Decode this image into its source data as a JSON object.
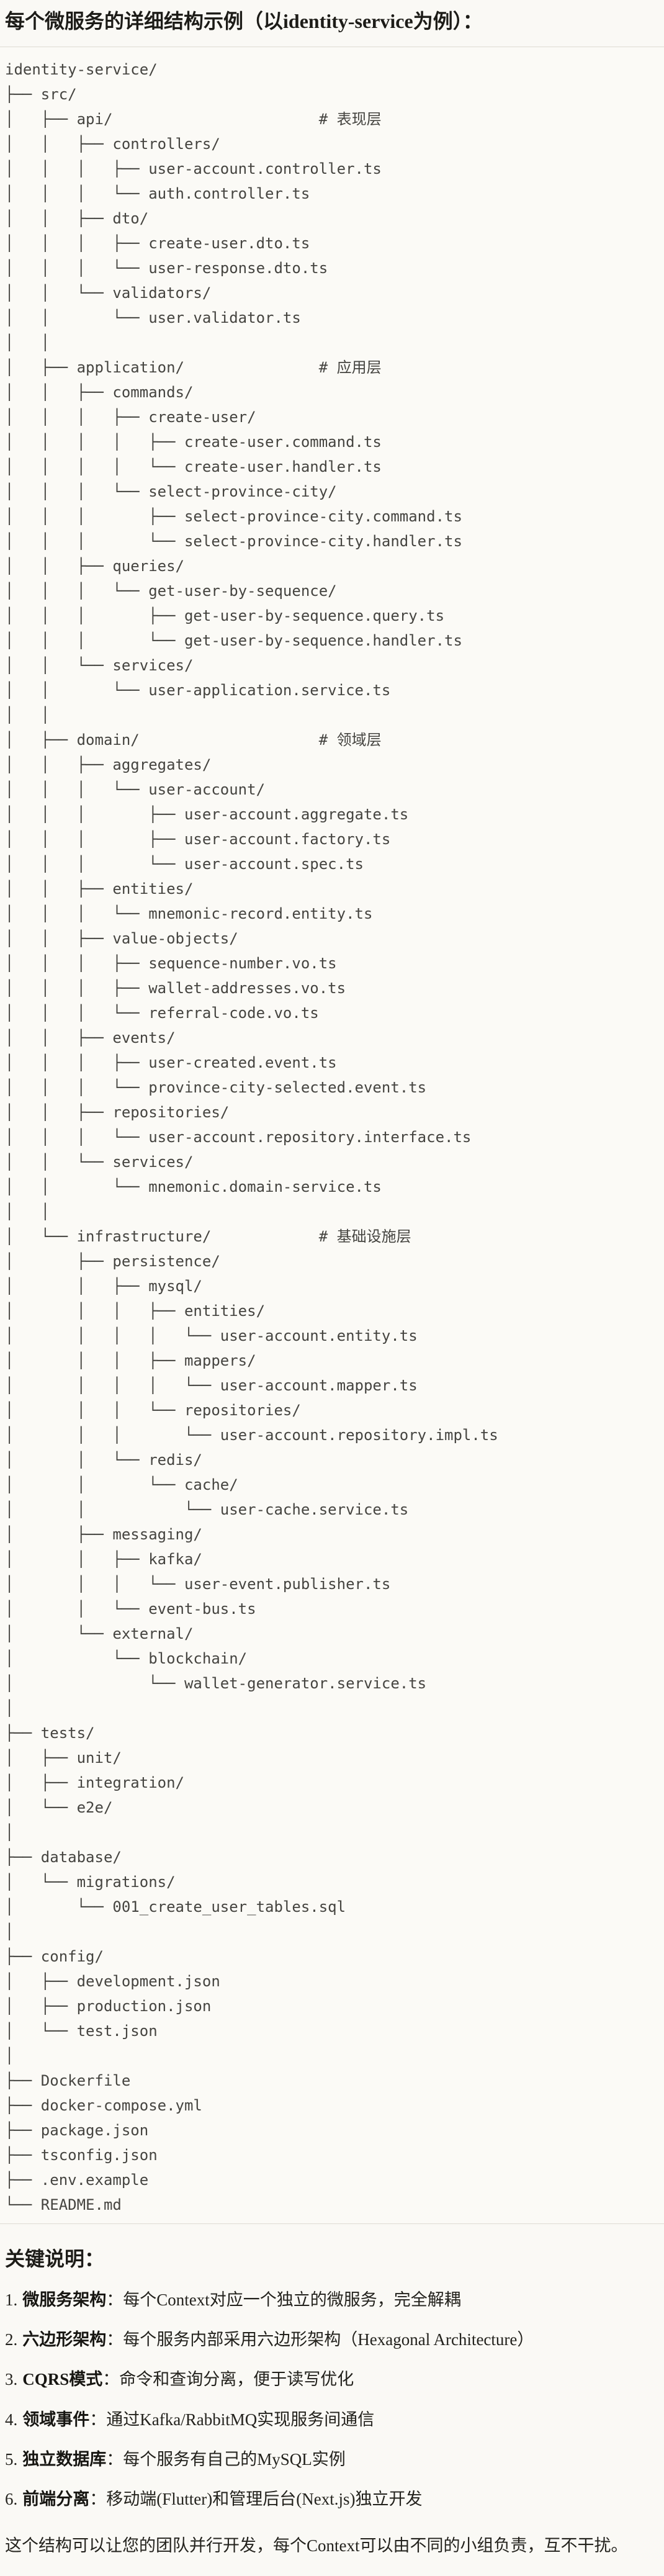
{
  "colors": {
    "page_background": "#FAF9F5",
    "code_block_background": "#FBFAF6",
    "code_block_border": "#DEDCD3",
    "tree_text": "#454440",
    "heading_text": "#1D1C18"
  },
  "page": {
    "title": "每个微服务的详细结构示例（以identity-service为例）："
  },
  "code_block": {
    "tree_lines": [
      "identity-service/",
      "├── src/",
      "│   ├── api/                       # 表现层",
      "│   │   ├── controllers/",
      "│   │   │   ├── user-account.controller.ts",
      "│   │   │   └── auth.controller.ts",
      "│   │   ├── dto/",
      "│   │   │   ├── create-user.dto.ts",
      "│   │   │   └── user-response.dto.ts",
      "│   │   └── validators/",
      "│   │       └── user.validator.ts",
      "│   │",
      "│   ├── application/               # 应用层",
      "│   │   ├── commands/",
      "│   │   │   ├── create-user/",
      "│   │   │   │   ├── create-user.command.ts",
      "│   │   │   │   └── create-user.handler.ts",
      "│   │   │   └── select-province-city/",
      "│   │   │       ├── select-province-city.command.ts",
      "│   │   │       └── select-province-city.handler.ts",
      "│   │   ├── queries/",
      "│   │   │   └── get-user-by-sequence/",
      "│   │   │       ├── get-user-by-sequence.query.ts",
      "│   │   │       └── get-user-by-sequence.handler.ts",
      "│   │   └── services/",
      "│   │       └── user-application.service.ts",
      "│   │",
      "│   ├── domain/                    # 领域层",
      "│   │   ├── aggregates/",
      "│   │   │   └── user-account/",
      "│   │   │       ├── user-account.aggregate.ts",
      "│   │   │       ├── user-account.factory.ts",
      "│   │   │       └── user-account.spec.ts",
      "│   │   ├── entities/",
      "│   │   │   └── mnemonic-record.entity.ts",
      "│   │   ├── value-objects/",
      "│   │   │   ├── sequence-number.vo.ts",
      "│   │   │   ├── wallet-addresses.vo.ts",
      "│   │   │   └── referral-code.vo.ts",
      "│   │   ├── events/",
      "│   │   │   ├── user-created.event.ts",
      "│   │   │   └── province-city-selected.event.ts",
      "│   │   ├── repositories/",
      "│   │   │   └── user-account.repository.interface.ts",
      "│   │   └── services/",
      "│   │       └── mnemonic.domain-service.ts",
      "│   │",
      "│   └── infrastructure/            # 基础设施层",
      "│       ├── persistence/",
      "│       │   ├── mysql/",
      "│       │   │   ├── entities/",
      "│       │   │   │   └── user-account.entity.ts",
      "│       │   │   ├── mappers/",
      "│       │   │   │   └── user-account.mapper.ts",
      "│       │   │   └── repositories/",
      "│       │   │       └── user-account.repository.impl.ts",
      "│       │   └── redis/",
      "│       │       └── cache/",
      "│       │           └── user-cache.service.ts",
      "│       ├── messaging/",
      "│       │   ├── kafka/",
      "│       │   │   └── user-event.publisher.ts",
      "│       │   └── event-bus.ts",
      "│       └── external/",
      "│           └── blockchain/",
      "│               └── wallet-generator.service.ts",
      "│",
      "├── tests/",
      "│   ├── unit/",
      "│   ├── integration/",
      "│   └── e2e/",
      "│",
      "├── database/",
      "│   └── migrations/",
      "│       └── 001_create_user_tables.sql",
      "│",
      "├── config/",
      "│   ├── development.json",
      "│   ├── production.json",
      "│   └── test.json",
      "│",
      "├── Dockerfile",
      "├── docker-compose.yml",
      "├── package.json",
      "├── tsconfig.json",
      "├── .env.example",
      "└── README.md"
    ]
  },
  "notes": {
    "heading": "关键说明：",
    "items": [
      {
        "num": "1.",
        "label": "微服务架构",
        "text": "：每个Context对应一个独立的微服务，完全解耦"
      },
      {
        "num": "2.",
        "label": "六边形架构",
        "text": "：每个服务内部采用六边形架构（Hexagonal Architecture）"
      },
      {
        "num": "3.",
        "label": "CQRS模式",
        "text": "：命令和查询分离，便于读写优化"
      },
      {
        "num": "4.",
        "label": "领域事件",
        "text": "：通过Kafka/RabbitMQ实现服务间通信"
      },
      {
        "num": "5.",
        "label": "独立数据库",
        "text": "：每个服务有自己的MySQL实例"
      },
      {
        "num": "6.",
        "label": "前端分离",
        "text": "：移动端(Flutter)和管理后台(Next.js)独立开发"
      }
    ],
    "closing": "这个结构可以让您的团队并行开发，每个Context可以由不同的小组负责，互不干扰。"
  }
}
